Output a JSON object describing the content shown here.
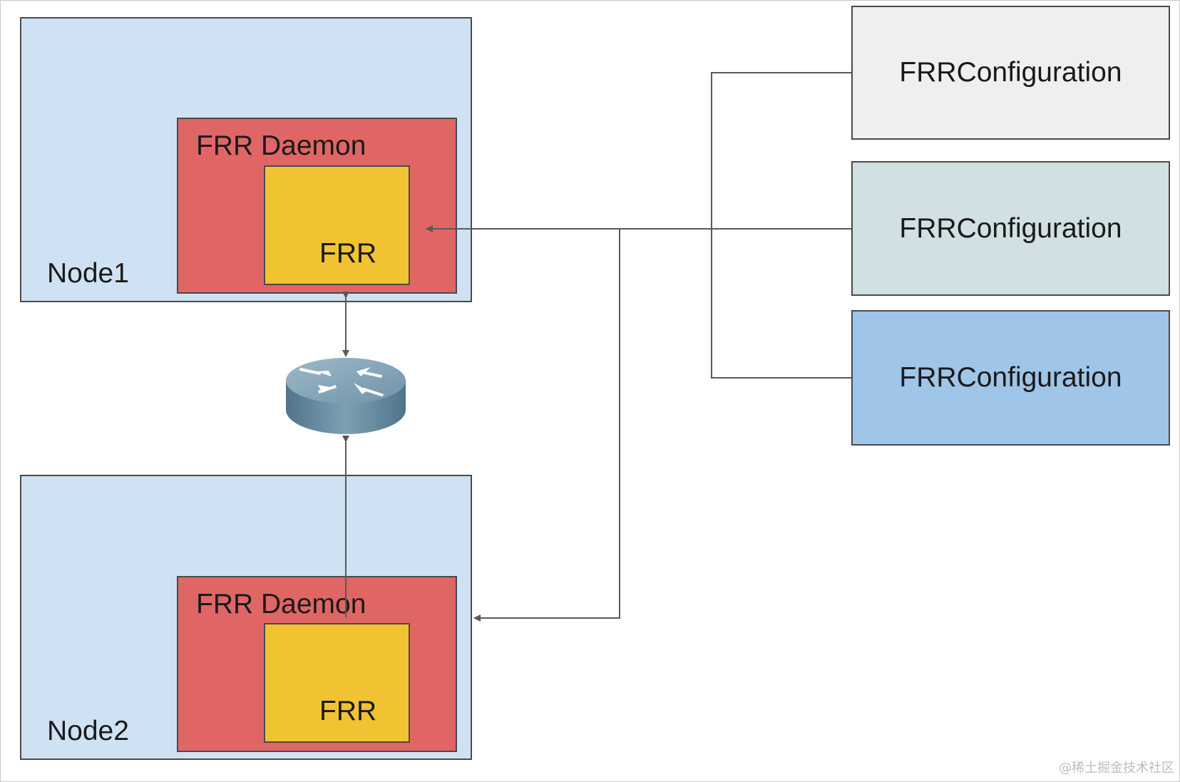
{
  "nodes": [
    {
      "label": "Node1",
      "daemon_label": "FRR Daemon",
      "frr_label": "FRR"
    },
    {
      "label": "Node2",
      "daemon_label": "FRR Daemon",
      "frr_label": "FRR"
    }
  ],
  "configs": [
    {
      "label": "FRRConfiguration",
      "color": "#efefef"
    },
    {
      "label": "FRRConfiguration",
      "color": "#d0e0e3"
    },
    {
      "label": "FRRConfiguration",
      "color": "#9fc5e8"
    }
  ],
  "router": {
    "icon": "router-icon"
  },
  "colors": {
    "node": "#cfe2f3",
    "daemon": "#e06666",
    "frr": "#f1c232",
    "wire": "#595959"
  },
  "watermark": "@稀土掘金技术社区"
}
